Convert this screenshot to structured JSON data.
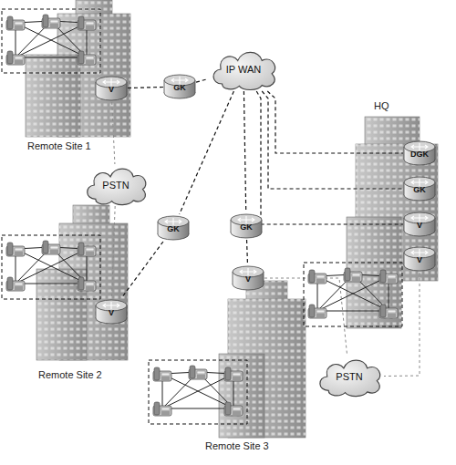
{
  "diagram": {
    "nodes": [
      {
        "text": [
          "Remote Site 1"
        ]
      },
      {
        "text": [
          "V"
        ],
        "in": 0
      },
      {
        "text": [
          "GK"
        ]
      },
      {
        "text": [
          "IP WAN"
        ]
      },
      {
        "text": [
          "HQ"
        ]
      },
      {
        "text": [
          "DGK"
        ],
        "in": 4
      },
      {
        "text": [
          "GK"
        ],
        "in": 4
      },
      {
        "text": [
          "V"
        ],
        "in": 4
      },
      {
        "text": [
          "V"
        ],
        "in": 4
      },
      {
        "text": [
          "PSTN"
        ]
      },
      {
        "text": [
          "GK"
        ]
      },
      {
        "text": [
          "GK"
        ]
      },
      {
        "text": [
          "Remote Site 2"
        ]
      },
      {
        "text": [
          "V"
        ],
        "in": 12
      },
      {
        "text": [
          "Remote Site 3"
        ]
      },
      {
        "text": [
          "V"
        ],
        "in": 14
      },
      {
        "text": [
          "PSTN"
        ]
      }
    ],
    "edges": [
      {
        "from": 1,
        "to": 2,
        "arrow": "none"
      },
      {
        "from": 2,
        "to": 3,
        "arrow": "none"
      },
      {
        "from": 3,
        "to": 5,
        "arrow": "none"
      },
      {
        "from": 3,
        "to": 6,
        "arrow": "none"
      },
      {
        "from": 3,
        "to": 7,
        "arrow": "none"
      },
      {
        "from": 3,
        "to": 10,
        "arrow": "none"
      },
      {
        "from": 10,
        "to": 13,
        "arrow": "none"
      },
      {
        "from": 3,
        "to": 11,
        "arrow": "none"
      },
      {
        "from": 11,
        "to": 15,
        "arrow": "none"
      },
      {
        "from": 1,
        "to": 9,
        "arrow": "none"
      },
      {
        "from": 9,
        "to": 13,
        "arrow": "none"
      },
      {
        "from": 15,
        "to": 16,
        "arrow": "none"
      },
      {
        "from": 8,
        "to": 16,
        "arrow": "none"
      }
    ]
  }
}
